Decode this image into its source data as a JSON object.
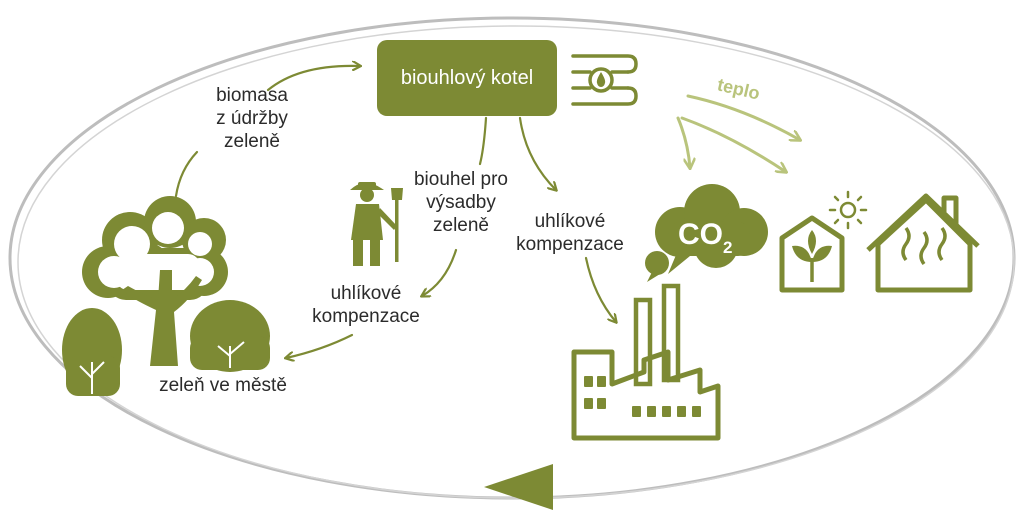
{
  "colors": {
    "primary": "#7d8a34",
    "light": "#b9c47c",
    "ring": "#bdbdbd",
    "text": "#2b2b2b"
  },
  "nodes": {
    "boiler": "biouhlový kotel",
    "biomass": [
      "biomasa",
      "z údržby",
      "zeleně"
    ],
    "biochar": [
      "biouhel pro",
      "výsadby",
      "zeleně"
    ],
    "offset_left": [
      "uhlíkové",
      "kompenzace"
    ],
    "offset_right": [
      "uhlíkové",
      "kompenzace"
    ],
    "city_green": "zeleň ve městě",
    "heat": "teplo",
    "co2": {
      "main": "CO",
      "sub": "2"
    }
  },
  "icons": [
    "heat-exchanger-icon",
    "gardener-icon",
    "co2-cloud-icon",
    "factory-icon",
    "greenhouse-icon",
    "sun-icon",
    "house-icon",
    "trees-icon",
    "cycle-arrow-icon"
  ]
}
